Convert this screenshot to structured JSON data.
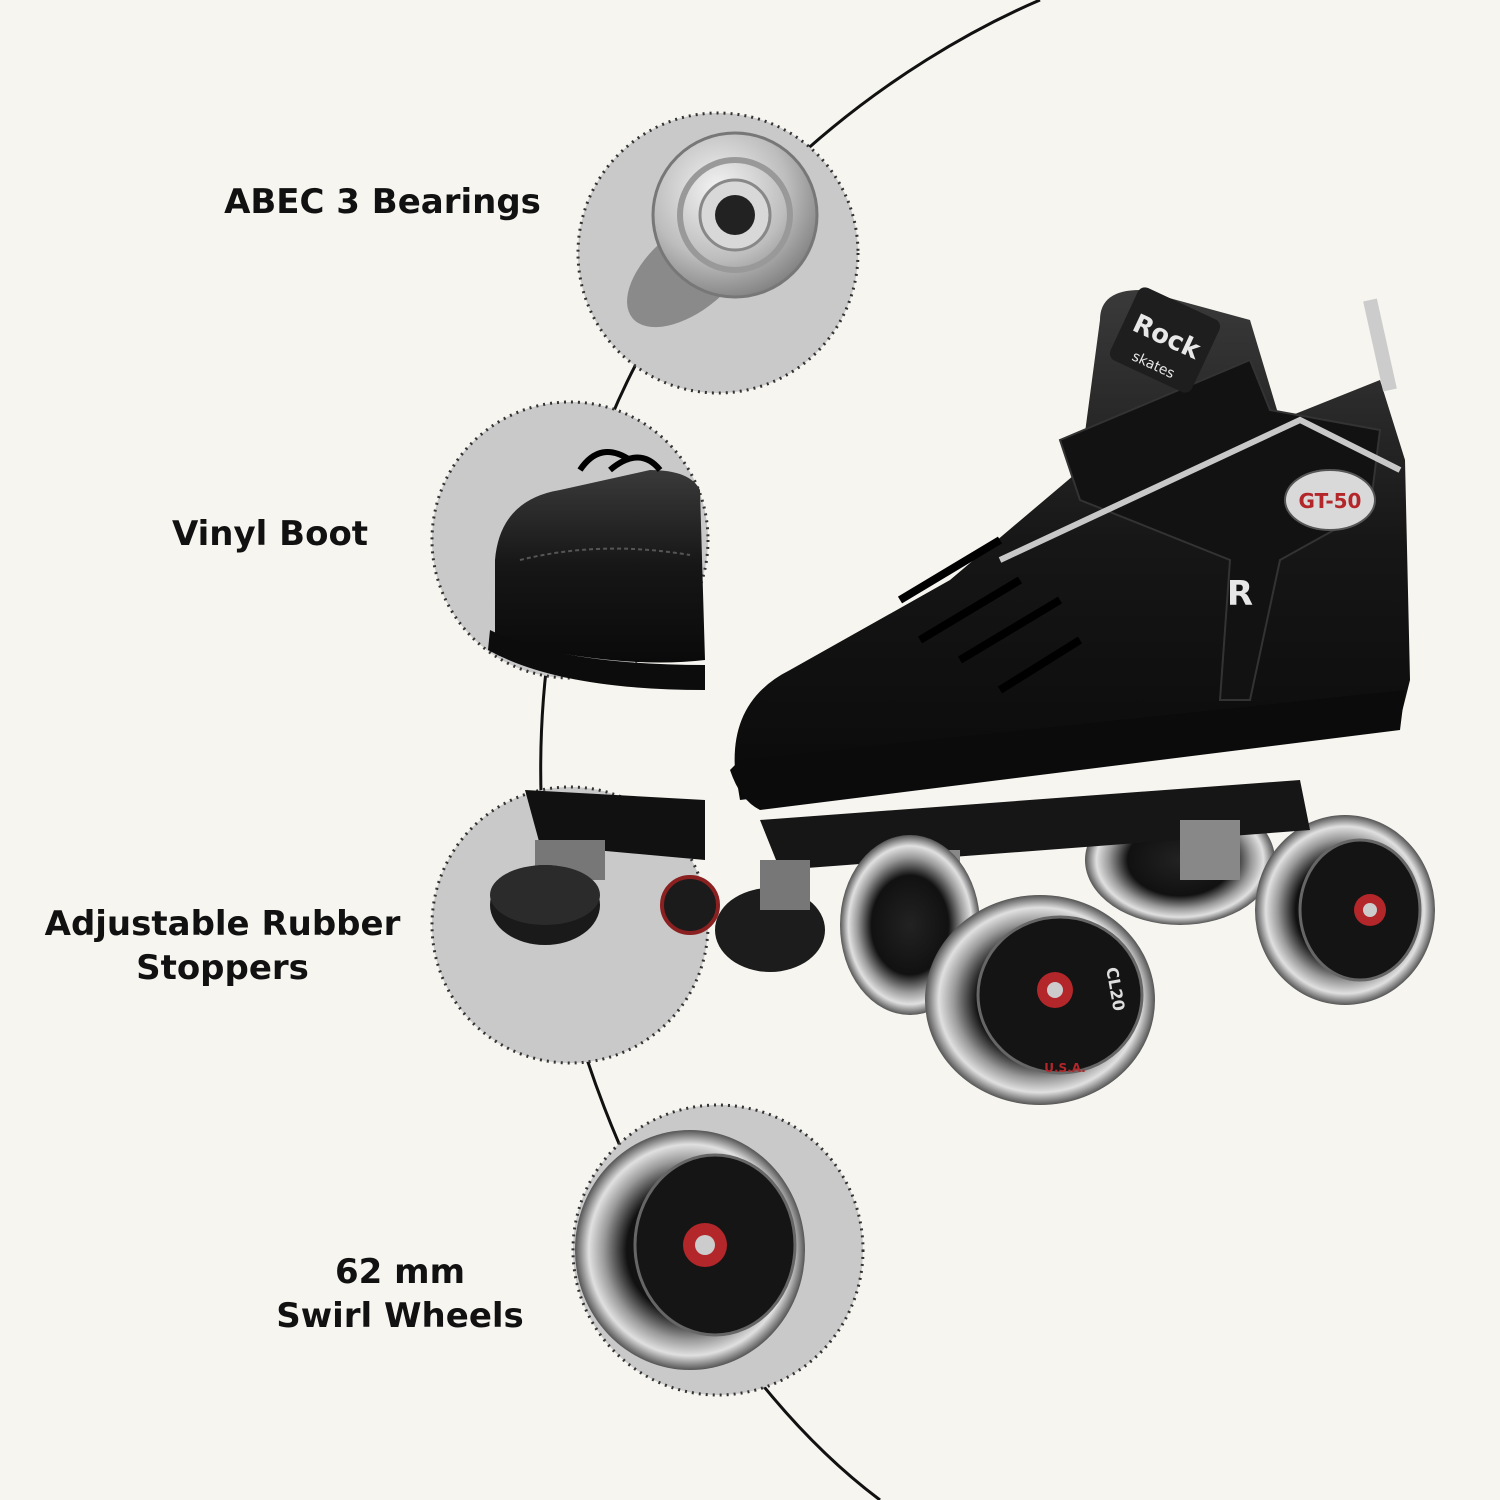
{
  "features": [
    {
      "id": "bearings",
      "lines": [
        "ABEC 3 Bearings"
      ],
      "icon": "bearing-icon"
    },
    {
      "id": "boot",
      "lines": [
        "Vinyl Boot"
      ],
      "icon": "boot-toe-icon"
    },
    {
      "id": "stoppers",
      "lines": [
        "Adjustable Rubber",
        "Stoppers"
      ],
      "icon": "toe-stopper-icon"
    },
    {
      "id": "wheels",
      "lines": [
        "62 mm",
        "Swirl Wheels"
      ],
      "icon": "wheel-icon"
    }
  ],
  "product": {
    "brand_mark": "R",
    "boot_brand_text": "Rock",
    "boot_brand_sub": "skates",
    "side_badge": "GT-50",
    "wheel_text": "CL20",
    "wheel_sub": "U.S.A."
  },
  "colors": {
    "background": "#f7f5f0",
    "circle_fill": "#c9c9c9",
    "text": "#111111",
    "boot": "#1a1a1a",
    "accent_red": "#b3262a"
  }
}
